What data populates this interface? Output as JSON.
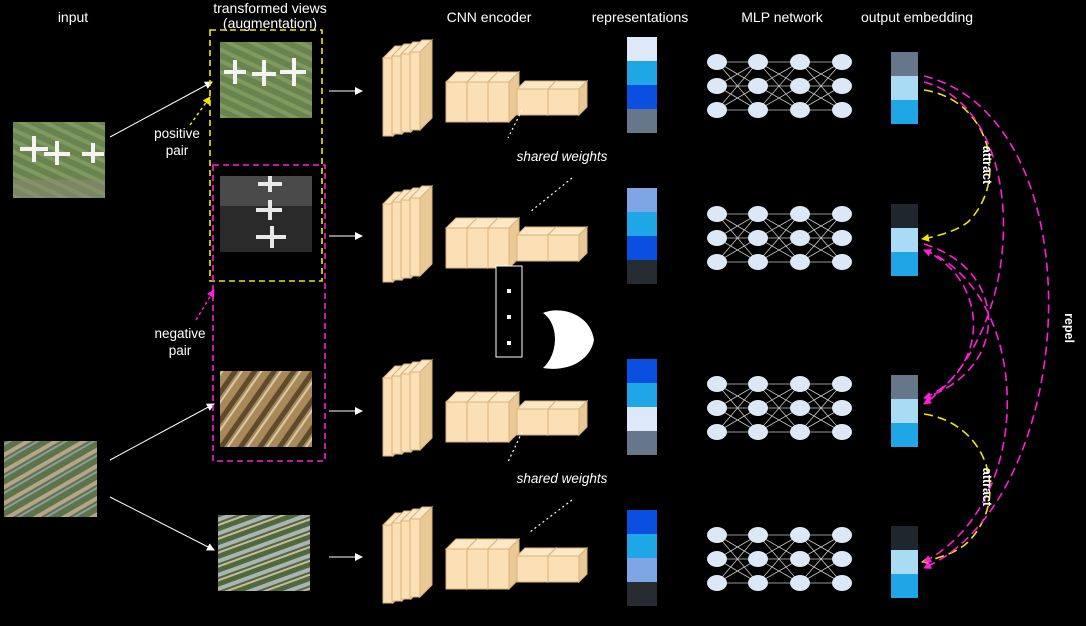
{
  "headers": {
    "input": "input",
    "views_line1": "transformed views",
    "views_line2": "(augmentation)",
    "encoder": "CNN encoder",
    "representations": "representations",
    "mlp": "MLP network",
    "output": "output embedding"
  },
  "labels": {
    "positive_line1": "positive",
    "positive_line2": "pair",
    "negative_line1": "negative",
    "negative_line2": "pair",
    "shared_weights_top": "shared weights",
    "shared_weights_bottom": "shared weights",
    "attract_top": "attract",
    "attract_bottom": "attract",
    "repel": "repel"
  },
  "colors": {
    "background": "#000000",
    "cnn_block": "#fbdfb5",
    "cnn_edge": "#d9b27a",
    "mlp_node": "#dce8f6",
    "positive_dash": "#f2e600",
    "negative_dash": "#ff1fd8",
    "rep_light": "#dde8f8",
    "rep_mid": "#1ea6e6",
    "rep_dark": "#0b4fe0",
    "rep_gray": "#67778b",
    "rep_periwinkle": "#7ea6e4",
    "rep_charcoal": "#272c33",
    "emb_charcoal": "#20262d"
  },
  "representations": [
    [
      "#dde8f8",
      "#1ea6e6",
      "#0b4fe0",
      "#67778b"
    ],
    [
      "#7ea6e4",
      "#1ea6e6",
      "#0b4fe0",
      "#272c33"
    ],
    [
      "#0b4fe0",
      "#1ea6e6",
      "#dde8f8",
      "#67778b"
    ],
    [
      "#0b4fe0",
      "#1ea6e6",
      "#7ea6e4",
      "#272c33"
    ]
  ],
  "embeddings": [
    [
      "#67778b",
      "#a9dcf4",
      "#1ea6e6"
    ],
    [
      "#20262d",
      "#a9dcf4",
      "#1ea6e6"
    ],
    [
      "#67778b",
      "#a9dcf4",
      "#1ea6e6"
    ],
    [
      "#20262d",
      "#a9dcf4",
      "#1ea6e6"
    ]
  ],
  "icons": [
    "airplane-photo",
    "residential-aerial-photo",
    "ellipsis-icon",
    "crescent-shape"
  ]
}
